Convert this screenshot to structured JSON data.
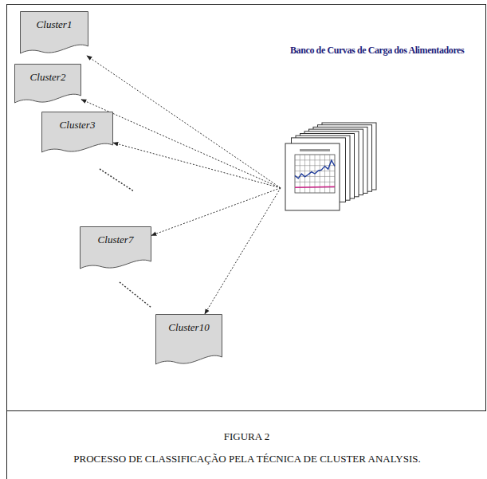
{
  "diagram": {
    "caption": "PROCESSO DE CLASSIFICAÇÃO PELA TÉCNICA DE CLUSTER ANALYSIS.",
    "nodes": [
      {
        "text": [
          "Cluster1"
        ]
      },
      {
        "text": [
          "Cluster2"
        ]
      },
      {
        "text": [
          "Cluster3"
        ]
      },
      {
        "text": [
          "Cluster7"
        ]
      },
      {
        "text": [
          "Cluster10"
        ]
      },
      {
        "text": [
          "Banco de Curvas de Carga dos Alimentadores"
        ]
      }
    ],
    "edges": [
      {
        "from": 5,
        "to": 0,
        "arrow": "to"
      },
      {
        "from": 5,
        "to": 1,
        "arrow": "to"
      },
      {
        "from": 5,
        "to": 2,
        "arrow": "to"
      },
      {
        "from": 5,
        "to": 3,
        "arrow": "to"
      },
      {
        "from": 5,
        "to": 4,
        "arrow": "to"
      }
    ],
    "labels": [
      "FIGURA 2"
    ]
  }
}
